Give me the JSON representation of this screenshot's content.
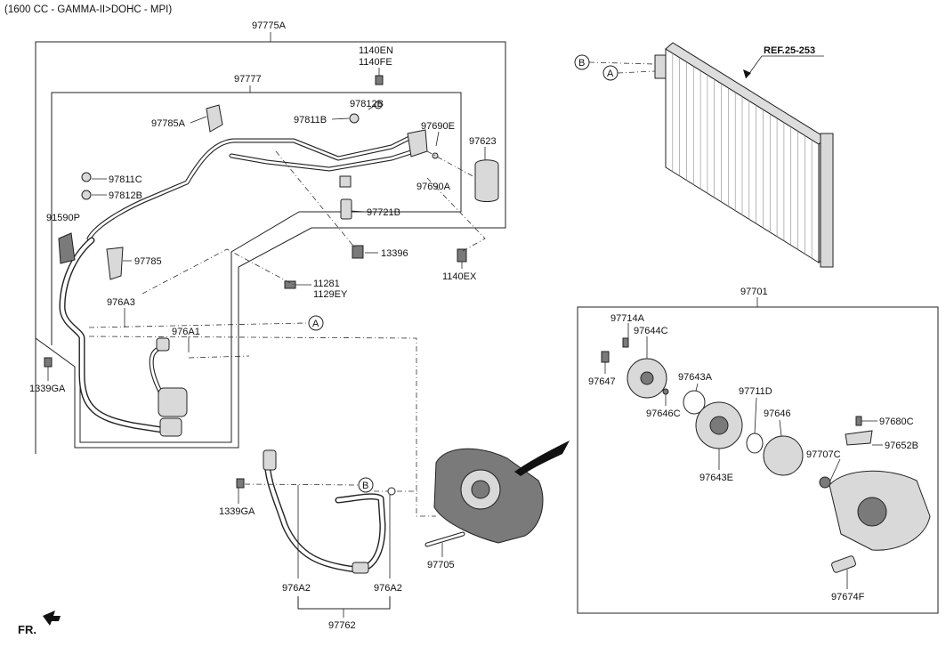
{
  "header": {
    "engine_spec": "(1600 CC - GAMMA-II>DOHC - MPI)"
  },
  "reference": {
    "label": "REF.25-253"
  },
  "direction": {
    "front_label": "FR."
  },
  "callouts": {
    "a": "A",
    "b": "B"
  },
  "parts": {
    "p97775A": "97775A",
    "p97777": "97777",
    "p1140EN": "1140EN",
    "p1140FE": "1140FE",
    "p97812B_top": "97812B",
    "p97811B": "97811B",
    "p97785A": "97785A",
    "p97690E": "97690E",
    "p97623": "97623",
    "p97811C": "97811C",
    "p97812B_left": "97812B",
    "p97690A": "97690A",
    "p91590P": "91590P",
    "p97721B": "97721B",
    "p13396": "13396",
    "p97785": "97785",
    "p1140EX": "1140EX",
    "p11281": "11281",
    "p1129EY": "1129EY",
    "p976A3": "976A3",
    "p976A1": "976A1",
    "p1339GA_left": "1339GA",
    "p1339GA_bottom": "1339GA",
    "p97705": "97705",
    "p976A2_left": "976A2",
    "p976A2_right": "976A2",
    "p97762": "97762",
    "p97701": "97701",
    "p97714A": "97714A",
    "p97644C": "97644C",
    "p97647": "97647",
    "p97643A": "97643A",
    "p97711D": "97711D",
    "p97646C": "97646C",
    "p97646": "97646",
    "p97680C": "97680C",
    "p97652B": "97652B",
    "p97707C": "97707C",
    "p97643E": "97643E",
    "p97674F": "97674F"
  }
}
